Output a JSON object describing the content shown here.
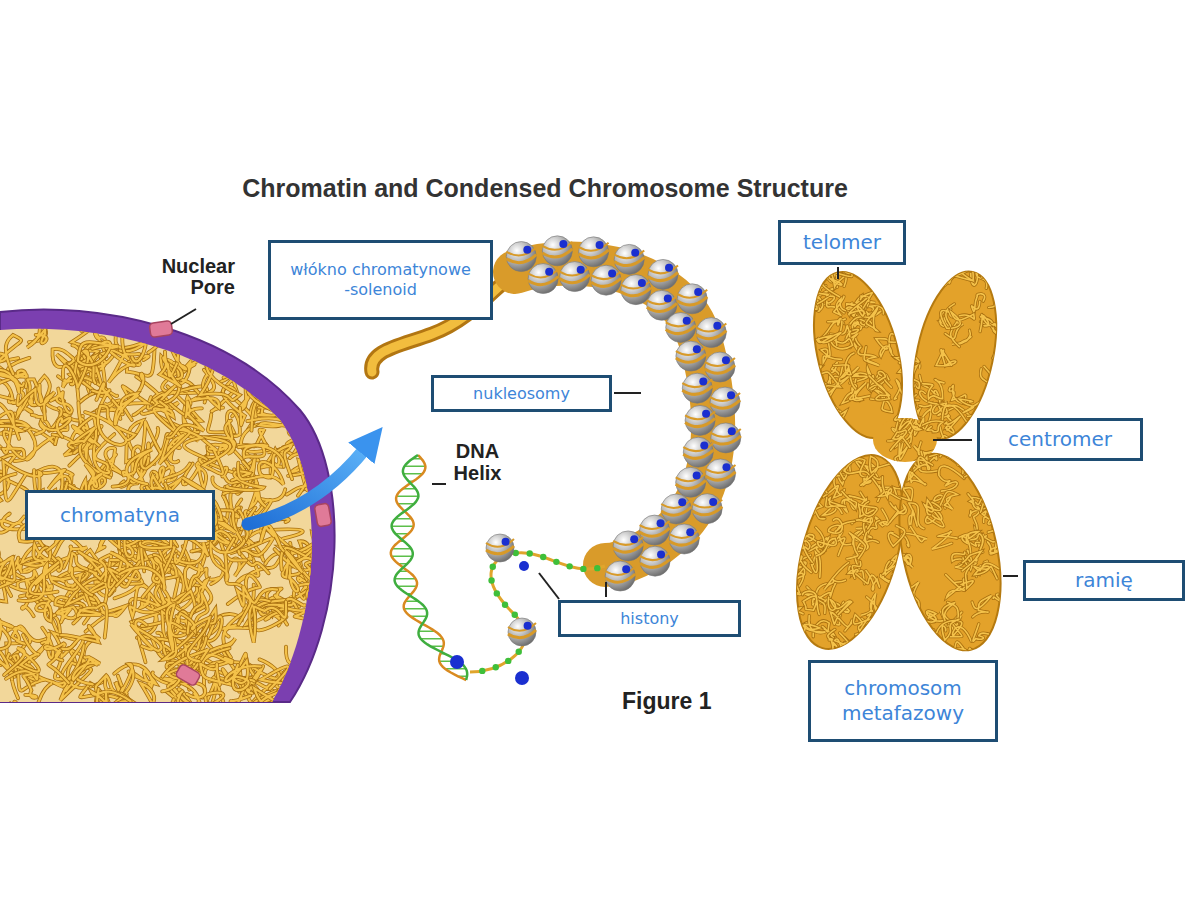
{
  "diagram": {
    "title": "Chromatin and Condensed Chromosome Structure",
    "nodes": [
      {
        "text": [
          "telomer"
        ]
      },
      {
        "text": [
          "włókno chromatynowe -solenoid"
        ]
      },
      {
        "text": [
          "nukleosomy"
        ]
      },
      {
        "text": [
          "centromer"
        ]
      },
      {
        "text": [
          "chromatyna"
        ]
      },
      {
        "text": [
          "ramię"
        ]
      },
      {
        "text": [
          "histony"
        ]
      },
      {
        "text": [
          "chromosom metafazowy"
        ]
      }
    ],
    "labels": [
      "Nuclear Pore",
      "DNA Helix",
      "Figure 1"
    ]
  }
}
